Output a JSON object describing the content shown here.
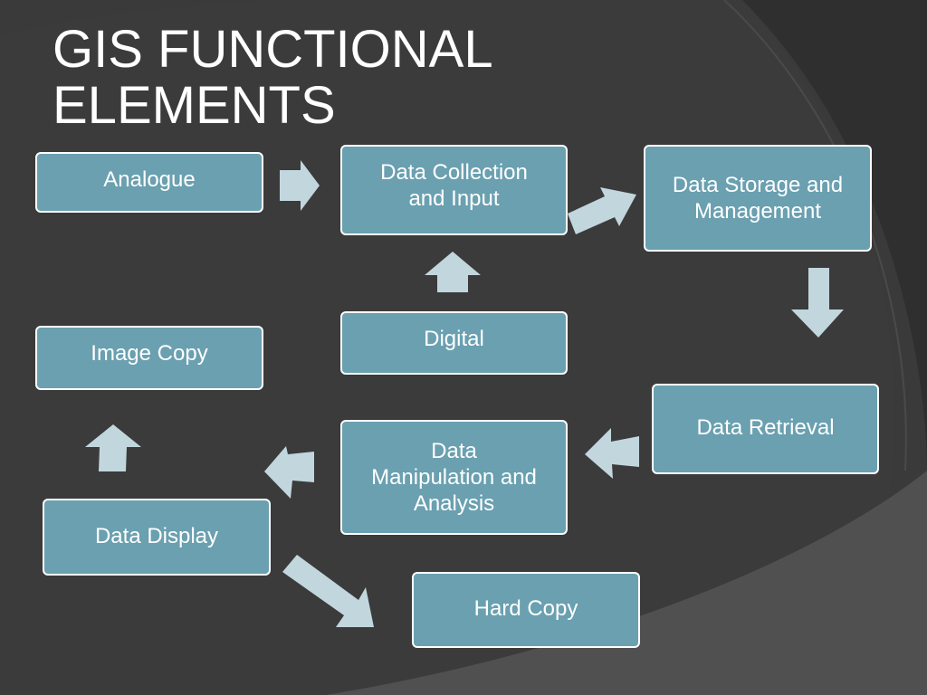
{
  "slide": {
    "title_line1": "GIS FUNCTIONAL",
    "title_line2": "ELEMENTS"
  },
  "boxes": {
    "analogue": "Analogue",
    "data_collection_line1": "Data Collection",
    "data_collection_line2": "and Input",
    "data_storage_line1": "Data Storage and",
    "data_storage_line2": "Management",
    "digital": "Digital",
    "image_copy": "Image Copy",
    "data_retrieval": "Data Retrieval",
    "data_manipulation_line1": "Data",
    "data_manipulation_line2": "Manipulation and",
    "data_manipulation_line3": "Analysis",
    "data_display": "Data Display",
    "hard_copy": "Hard Copy"
  },
  "colors": {
    "background": "#383838",
    "box_fill": "#6aa0b0",
    "box_border": "#ffffff",
    "arrow_fill": "#c2d6dd",
    "title_text": "#ffffff"
  }
}
